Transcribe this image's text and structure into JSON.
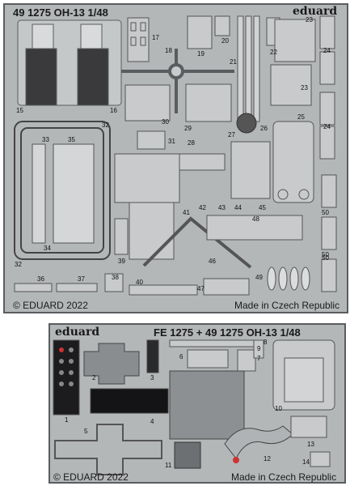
{
  "fret_main": {
    "brand": "eduard",
    "title": "49 1275  OH-13  1/48",
    "copyright": "© EDUARD 2022",
    "made_in": "Made in Czech Republic",
    "part_numbers": [
      "15",
      "16",
      "17",
      "18",
      "19",
      "20",
      "21",
      "22",
      "23",
      "23",
      "24",
      "24",
      "25",
      "26",
      "27",
      "28",
      "29",
      "30",
      "31",
      "32",
      "32",
      "33",
      "34",
      "35",
      "36",
      "37",
      "38",
      "39",
      "40",
      "41",
      "42",
      "43",
      "44",
      "45",
      "46",
      "47",
      "48",
      "49",
      "50",
      "50",
      "50"
    ]
  },
  "fret_color": {
    "brand": "eduard",
    "title": "FE 1275 + 49 1275  OH-13  1/48",
    "copyright": "© EDUARD 2022",
    "made_in": "Made in Czech Republic",
    "part_numbers": [
      "1",
      "2",
      "3",
      "4",
      "5",
      "6",
      "7",
      "8",
      "9",
      "10",
      "11",
      "12",
      "13",
      "14"
    ]
  },
  "colors": {
    "fret": "#b4b7b8",
    "edge": "#5a5d60",
    "dark": "#2c2c2e",
    "part": "#c8cacb"
  }
}
